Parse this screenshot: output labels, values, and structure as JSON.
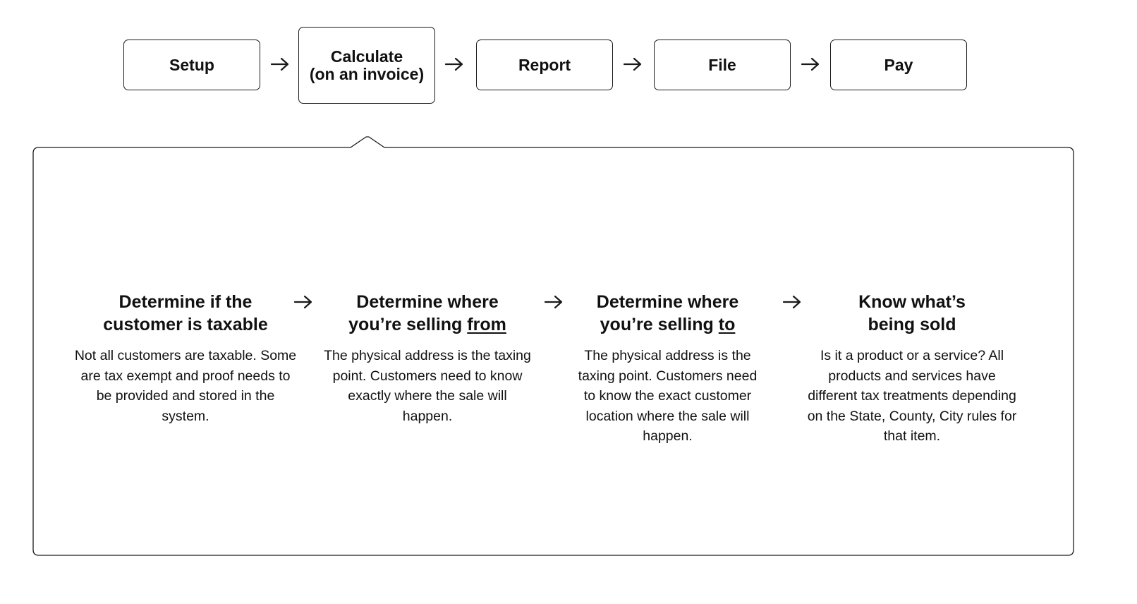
{
  "steps": [
    {
      "label": "Setup",
      "active": false
    },
    {
      "label": "Calculate\n(on an invoice)",
      "active": true
    },
    {
      "label": "Report",
      "active": false
    },
    {
      "label": "File",
      "active": false
    },
    {
      "label": "Pay",
      "active": false
    }
  ],
  "detail": {
    "columns": [
      {
        "title_pre": "Determine if the\ncustomer is taxable",
        "title_u": "",
        "description": "Not all customers are taxable. Some are tax exempt and proof needs to be provided and stored in the system."
      },
      {
        "title_pre": "Determine where\nyou’re selling ",
        "title_u": "from",
        "description": "The physical address is the taxing point. Customers need to know exactly where the sale will happen."
      },
      {
        "title_pre": "Determine where\nyou’re selling ",
        "title_u": "to",
        "description": "The physical address is the taxing point. Customers need to know the exact customer location where the sale will happen."
      },
      {
        "title_pre": "Know what’s\nbeing sold",
        "title_u": "",
        "description": "Is it a product or a service? All products and services have different tax treatments depending on the State, County, City rules for that item."
      }
    ]
  },
  "icons": {
    "flow_arrow": "arrow-right-icon"
  },
  "colors": {
    "stroke": "#1a1a1a",
    "background": "#ffffff",
    "text": "#111111"
  }
}
